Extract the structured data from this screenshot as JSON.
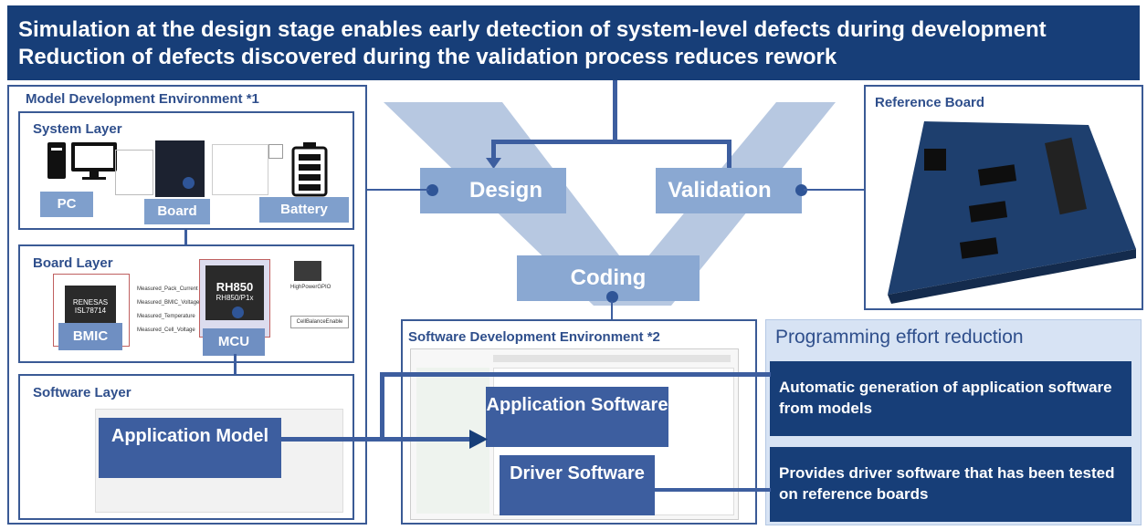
{
  "header": {
    "line1": "Simulation at the design stage enables early detection of system-level defects during development",
    "line2": "Reduction of defects discovered during the validation process reduces rework"
  },
  "model_env": {
    "title": "Model Development Environment *1",
    "system_layer": {
      "title": "System Layer",
      "pc": "PC",
      "board": "Board",
      "battery": "Battery"
    },
    "board_layer": {
      "title": "Board Layer",
      "bmic": "BMIC",
      "mcu": "MCU",
      "chip_left_brand": "RENESAS",
      "chip_left_part": "ISL78714",
      "chip_right_part": "RH850",
      "chip_right_sub": "RH850/P1x",
      "signals": [
        "Measured_Pack_Current",
        "Measured_BMIC_Voltage",
        "Measured_Temperature",
        "Measured_Cell_Voltage"
      ],
      "out1": "HighPowerGPIO",
      "out2": "CellBalanceEnable"
    },
    "software_layer": {
      "title": "Software Layer",
      "app_model": "Application Model"
    }
  },
  "vmodel": {
    "design": "Design",
    "validation": "Validation",
    "coding": "Coding"
  },
  "reference_board": {
    "title": "Reference Board"
  },
  "sw_env": {
    "title": "Software Development Environment *2",
    "app_software": "Application Software",
    "driver_software": "Driver Software"
  },
  "effort": {
    "title": "Programming effort reduction",
    "item1": "Automatic generation of application software from models",
    "item2": "Provides driver software that has been tested on reference boards"
  },
  "colors": {
    "navy": "#173e78",
    "mid_blue": "#3d5e9f",
    "light_blue": "#7f9fcc",
    "v_blue": "#8aa8d2"
  }
}
